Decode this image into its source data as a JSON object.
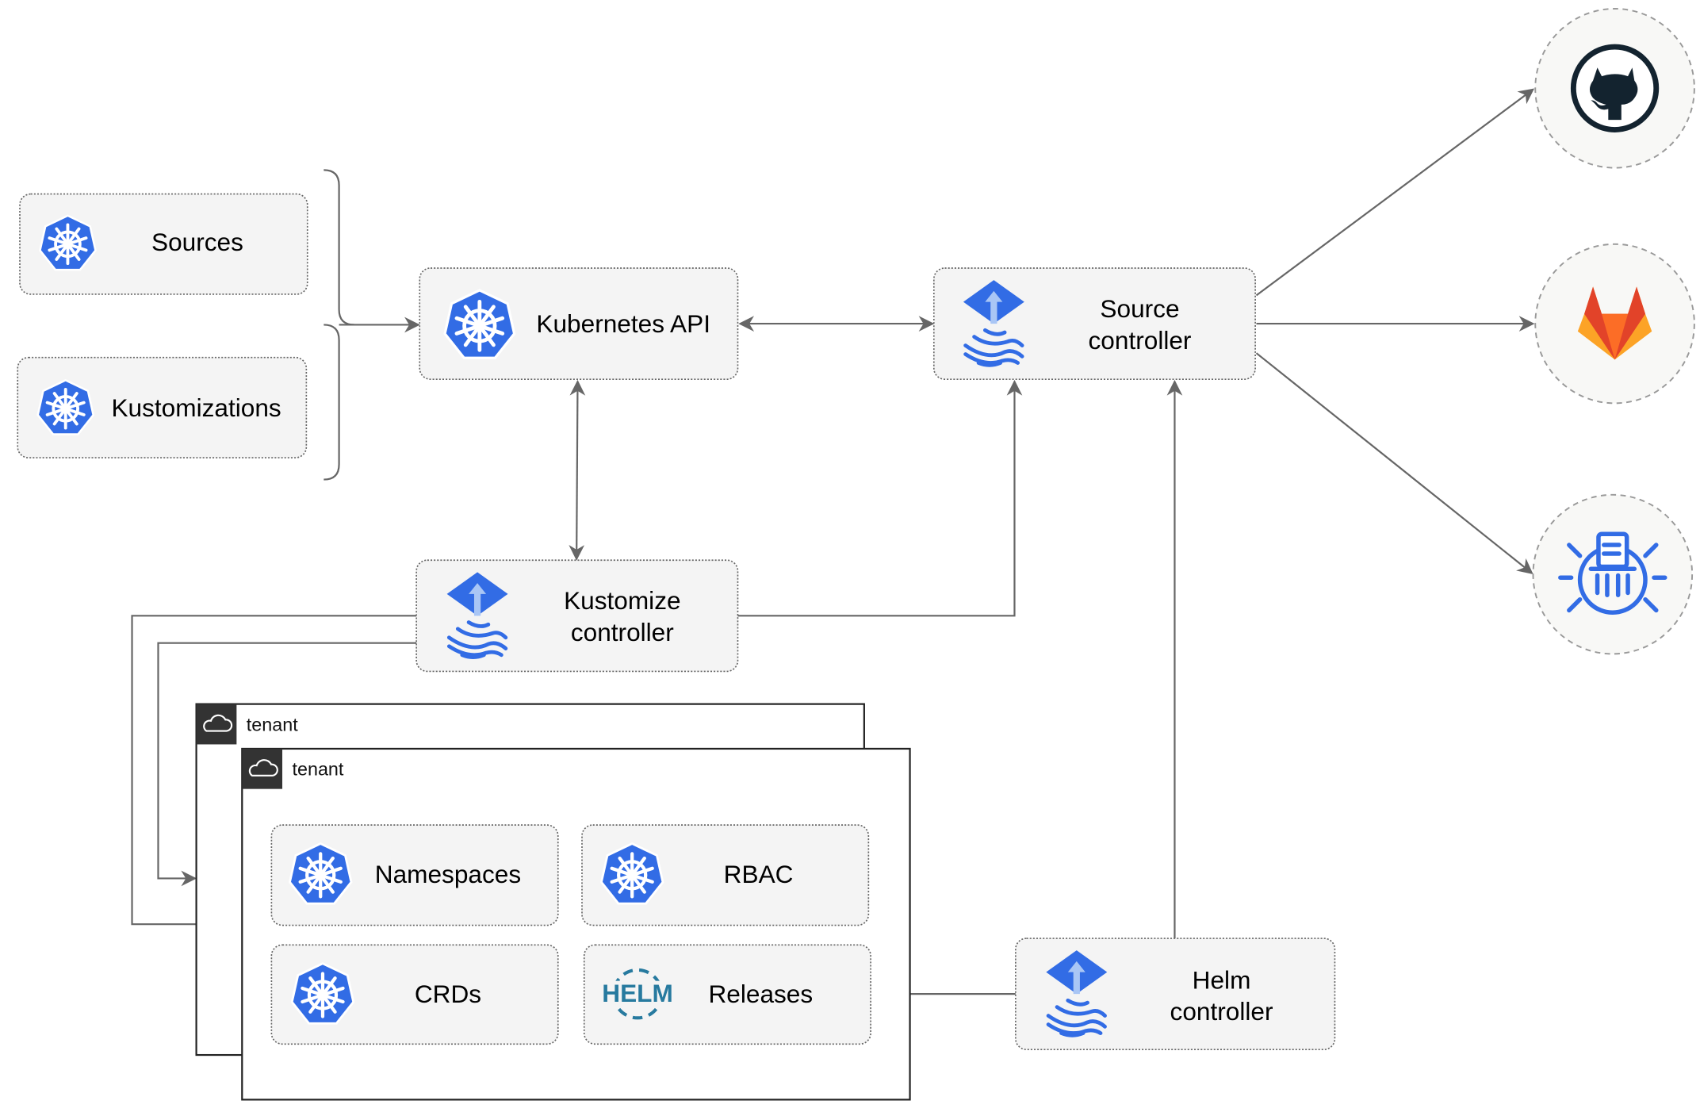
{
  "nodes": {
    "sources": "Sources",
    "kustomizations": "Kustomizations",
    "kubernetes_api": "Kubernetes API",
    "source_controller": [
      "Source",
      "controller"
    ],
    "kustomize_controller": [
      "Kustomize",
      "controller"
    ],
    "helm_controller": [
      "Helm",
      "controller"
    ],
    "namespaces": "Namespaces",
    "rbac": "RBAC",
    "crds": "CRDs",
    "releases": "Releases"
  },
  "tenants": [
    "tenant",
    "tenant"
  ],
  "external_sources": [
    {
      "icon": "github-icon"
    },
    {
      "icon": "gitlab-icon"
    },
    {
      "icon": "helm-repository-bug-icon"
    }
  ],
  "icons": {
    "kubernetes": "kubernetes-helm-wheel-icon",
    "flux": "flux-icon",
    "helm": "helm-logo",
    "cloud": "cloud-icon"
  },
  "helm_logo_text": "HELM",
  "colors": {
    "kubernetes_blue": "#326ce5",
    "box_fill": "#f4f4f4",
    "edge": "#666666",
    "github": "#13232f",
    "gitlab_orange": "#e24329",
    "gitlab_light": "#fca326",
    "helm_blue": "#277a9f",
    "tenant_header": "#333333"
  }
}
